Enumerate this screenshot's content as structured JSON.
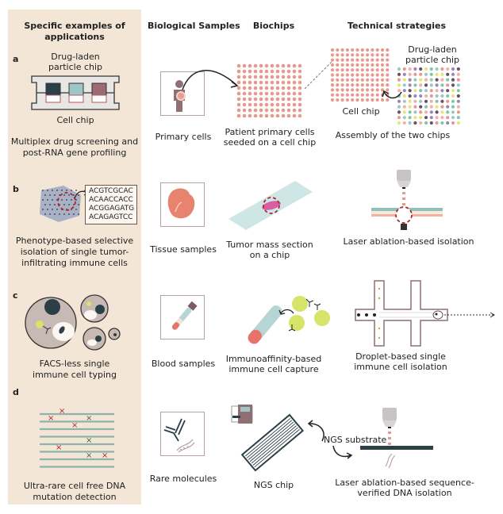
{
  "headers": {
    "applications": "Specific examples of applications",
    "applications_line1": "Specific examples of",
    "applications_line2": "applications",
    "biological_samples": "Biological Samples",
    "biochips": "Biochips",
    "technical_strategies": "Technical strategies"
  },
  "colors": {
    "left_panel_bg": "#f3e6d6",
    "cell_chip_dot": "#e8998f",
    "frame_border": "#b9a0a3",
    "dark_teal": "#2b3f47",
    "slide_blue": "#cfe6e6",
    "lime": "#d6e46a",
    "dashed_red": "#b5262b"
  },
  "rows": [
    {
      "letter": "a",
      "application": {
        "top_label_1": "Drug-laden",
        "top_label_2": "particle chip",
        "bottom_label": "Cell chip",
        "caption_1": "Multiplex drug screening and",
        "caption_2": "post-RNA gene profiling"
      },
      "sample": {
        "icon": "person-icon",
        "label": "Primary cells"
      },
      "biochip": {
        "icon": "cell-chip-grid-icon",
        "label_1": "Patient primary cells",
        "label_2": "seeded on a cell chip"
      },
      "strategy": {
        "cell_chip_label": "Cell chip",
        "particle_chip_label_1": "Drug-laden",
        "particle_chip_label_2": "particle chip",
        "caption": "Assembly of the two chips"
      }
    },
    {
      "letter": "b",
      "application": {
        "sequences": [
          "ACGTCGCAC",
          "ACAACCACC",
          "ACGGAGATG",
          "ACAGAGTCC"
        ],
        "caption_1": "Phenotype-based selective",
        "caption_2": "isolation of single tumor-",
        "caption_3": "infiltrating immune cells"
      },
      "sample": {
        "icon": "tissue-icon",
        "label": "Tissue samples"
      },
      "biochip": {
        "icon": "tumor-slide-icon",
        "label_1": "Tumor mass section",
        "label_2": "on a chip"
      },
      "strategy": {
        "caption": "Laser ablation-based isolation"
      }
    },
    {
      "letter": "c",
      "application": {
        "caption_1": "FACS-less single",
        "caption_2": "immune cell typing"
      },
      "sample": {
        "icon": "blood-tube-icon",
        "label": "Blood samples"
      },
      "biochip": {
        "icon": "immunoaffinity-icon",
        "label_1": "Immunoaffinity-based",
        "label_2": "immune cell capture"
      },
      "strategy": {
        "caption_1": "Droplet-based single",
        "caption_2": "immune cell isolation"
      }
    },
    {
      "letter": "d",
      "application": {
        "caption_1": "Ultra-rare cell free DNA",
        "caption_2": "mutation detection"
      },
      "sample": {
        "icon": "molecules-icon",
        "label": "Rare molecules"
      },
      "biochip": {
        "icon": "ngs-chip-icon",
        "label": "NGS chip"
      },
      "strategy": {
        "substrate_label": "NGS substrate",
        "caption_1": "Laser ablation-based sequence-",
        "caption_2": "verified DNA isolation"
      }
    }
  ]
}
